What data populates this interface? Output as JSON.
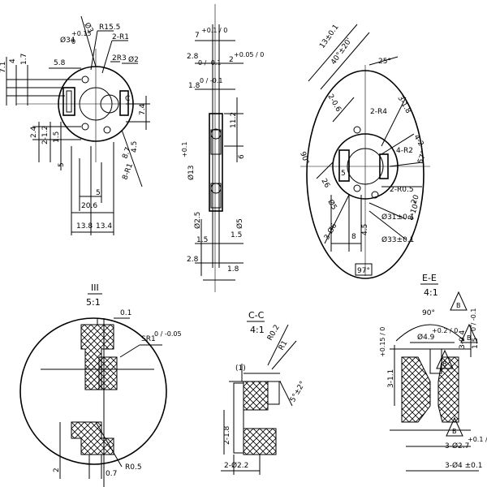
{
  "view1": {
    "dims": {
      "d34": "Ø34",
      "d34_tol_top": "+0.15",
      "d34_tol_bot": "0",
      "phi3": "Ø3",
      "r15": "R15.5",
      "r1": "2-R1",
      "r3": "2R3",
      "phi2": "Ø2",
      "d7_1": "7.1",
      "d4": "4",
      "d1_7": "1.7",
      "d5_8": "5.8",
      "c": "C",
      "d7_4": "7.4",
      "d2_4": "2.4",
      "d2_1_2": "2-1.2",
      "d1_5": "1.5",
      "d5": "5",
      "d8_7": "8.7",
      "d4_5": "4.5",
      "r1b": "8-R1",
      "d20_6": "20.6",
      "d5b": "5",
      "d13_8": "13.8",
      "d13_4": "13.4"
    }
  },
  "view2": {
    "dims": {
      "d7": "7",
      "d7_tol": "+0.1 / 0",
      "d2_8": "2.8",
      "d2_8_tol": "0 / -0.1",
      "d2": "2",
      "d2_tol": "+0.05 / 0",
      "d1_8": "1.8",
      "d1_8_tol": "0 / -0.1",
      "d11_2": "11.2",
      "d6": "6",
      "d13": "Ø13",
      "d13_tol": "+0.1",
      "d2_5": "Ø2.5",
      "d5": "Ø5",
      "d1_5": "1.5",
      "d1_5b": "1.5",
      "d2_8b": "2.8",
      "d1_8b": "1.8"
    }
  },
  "view3": {
    "dims": {
      "d13": "13±0.1",
      "ang40": "40°±20'",
      "ang25": "25°",
      "r4": "2-R4",
      "d3_18": "3-1.8",
      "d2_6": "2-0.6",
      "d4_2": "4-2",
      "r2b": "4-R2",
      "ang90": "90°",
      "d26": "26",
      "d5": "5",
      "r0_5": "2-R0.5",
      "phi5": "Ø5",
      "d3_d6": "3-Ø6",
      "d8": "8",
      "d4_5": "4.5",
      "d31": "Ø31±0.1",
      "d33": "Ø33±0.1",
      "d8_10": "8-10°",
      "ang57": "57°",
      "ang97": "97°",
      "d20": "20"
    }
  },
  "detail3": {
    "title": "III",
    "scale": "5:1",
    "dims": {
      "d0_1": "0.1",
      "sr1": "SR1",
      "sr1_tol": "0 / -0.05",
      "r0_5": "R0.5",
      "d0_7": "0.7",
      "d2": "2"
    }
  },
  "detailC": {
    "title": "C-C",
    "scale": "4:1",
    "dims": {
      "r0_2": "R0.2",
      "r1": "R1",
      "ang": "5°±2°",
      "d1": "(1)",
      "d2_1_8": "2-1.8",
      "d2_2_2": "2-Ø2.2"
    }
  },
  "detailE": {
    "title": "E-E",
    "scale": "4:1",
    "dims": {
      "ang90": "90°",
      "d4_9": "Ø4.9",
      "d4_9_tol": "+0.2 / 0",
      "d3_0_4": "3-0.4",
      "d3_0_4_tol": "0 / -0.1",
      "d1_5": "1.5",
      "d3_1_1": "3-1.1",
      "d3_1_1_tol": "+0.15 / 0",
      "d3_2_7": "3-Ø2.7",
      "d3_2_7_tol": "+0.1 / 0",
      "d3_4": "3-Ø4 ±0.1",
      "mark": "B"
    }
  }
}
